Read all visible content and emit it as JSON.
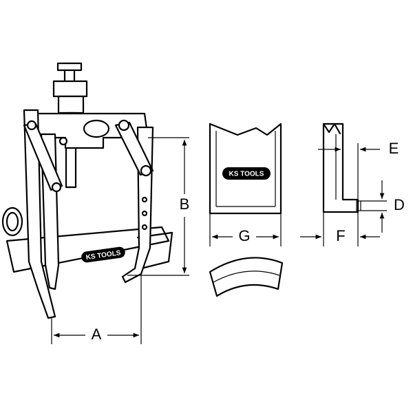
{
  "brand": {
    "name": "KS TOOLS"
  },
  "dimensions": {
    "A": "A",
    "B": "B",
    "D": "D",
    "E": "E",
    "F": "F",
    "G": "G"
  }
}
